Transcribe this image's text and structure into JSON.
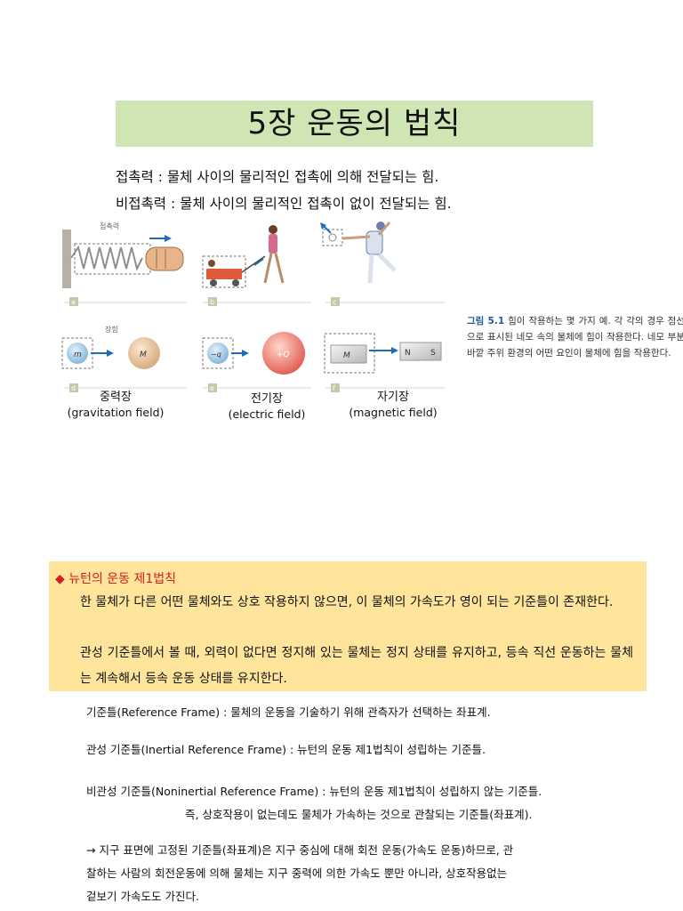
{
  "title": "5장 운동의 법칙",
  "definitions": {
    "contact": "접촉력 : 물체 사이의 물리적인 접촉에 의해 전달되는 힘.",
    "noncontact": "비접촉력 : 물체 사이의 물리적인 접촉이 없이 전달되는 힘."
  },
  "figure": {
    "contact_label": "접촉력",
    "field_label": "장힘",
    "panel_tags": [
      "a",
      "b",
      "c",
      "d",
      "e",
      "f"
    ],
    "mass_small": "m",
    "mass_large": "M",
    "charge_small": "−q",
    "charge_large": "+Q",
    "magnet_iron": "M",
    "magnet_n": "N",
    "magnet_s": "S",
    "fields": [
      {
        "ko": "중력장",
        "en": "(gravitation field)"
      },
      {
        "ko": "전기장",
        "en": "(electric field)"
      },
      {
        "ko": "자기장",
        "en": "(magnetic field)"
      }
    ],
    "caption_num": "그림 5.1",
    "caption_text": "힘이 작용하는 몇 가지 예. 각 각의 경우 점선으로 표시된 네모 속의 물체에 힘이 작용한다. 네모 부분 바깥 주위 환경의 어떤 요인이 물체에 힘을 작용한다."
  },
  "law": {
    "title": "◆ 뉴턴의 운동 제1법칙",
    "lines": [
      "한 물체가 다른 어떤 물체와도 상호 작용하지 않으면, 이 물체의 가속도가 영이 되는 기준틀이 존재한다.",
      "관성 기준틀에서 볼 때, 외력이 없다면 정지해 있는 물체는 정지 상태를 유지하고, 등속 직선 운동하는 물체는 계속해서 등속 운동 상태를 유지한다."
    ]
  },
  "body": {
    "reference_frame": "기준틀(Reference Frame) : 물체의 운동을 기술하기 위해 관측자가 선택하는 좌표계.",
    "inertial": "관성 기준틀(Inertial Reference Frame) : 뉴턴의 운동 제1법칙이 성립하는 기준틀.",
    "noninertial": "비관성 기준틀(Noninertial Reference Frame) : 뉴턴의 운동 제1법칙이 성립하지 않는 기준틀.",
    "noninertial_cont": "즉, 상호작용이 없는데도 물체가 가속하는 것으로 관찰되는 기준틀(좌표계).",
    "earth_1": "→ 지구 표면에 고정된 기준틀(좌표계)은 지구 중심에 대해 회전 운동(가속도 운동)하므로, 관",
    "earth_2": "찰하는 사람의 회전운동에 의해 물체는 지구 중력에 의한 가속도 뿐만 아니라, 상호작용없는",
    "earth_3": "겉보기 가속도도 가진다."
  }
}
